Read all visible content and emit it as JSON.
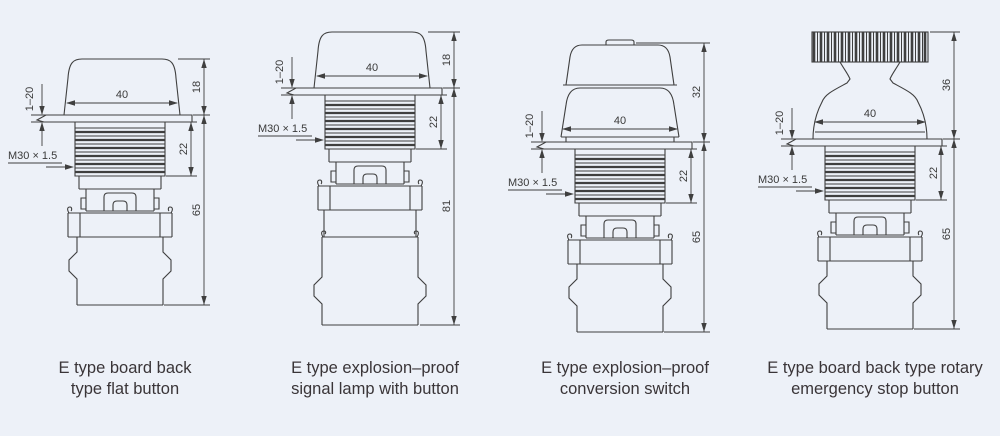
{
  "page": {
    "background_color": "#edf1f8",
    "line_color": "#3f3f3f"
  },
  "figures": [
    {
      "id": "flat-button",
      "caption": [
        "E type board back",
        "type flat button"
      ],
      "dims": {
        "top_width": "40",
        "cap_height": "18",
        "panel_range": "1–20",
        "thread_length": "22",
        "total_height": "65",
        "thread_spec": "M30 × 1.5"
      }
    },
    {
      "id": "signal-lamp",
      "caption": [
        "E type explosion–proof",
        "signal lamp with button"
      ],
      "dims": {
        "top_width": "40",
        "cap_height": "18",
        "panel_range": "1–20",
        "thread_length": "22",
        "total_height": "81",
        "thread_spec": "M30 × 1.5"
      }
    },
    {
      "id": "conversion-switch",
      "caption": [
        "E type explosion–proof",
        "conversion switch"
      ],
      "dims": {
        "top_width": "40",
        "cap_height": "32",
        "panel_range": "1–20",
        "thread_length": "22",
        "total_height": "65",
        "thread_spec": "M30 × 1.5"
      }
    },
    {
      "id": "emergency-stop",
      "caption": [
        "E type board back type rotary",
        "emergency stop button"
      ],
      "dims": {
        "top_width": "40",
        "cap_height": "36",
        "panel_range": "1–20",
        "thread_length": "22",
        "total_height": "65",
        "thread_spec": "M30 × 1.5"
      }
    }
  ]
}
